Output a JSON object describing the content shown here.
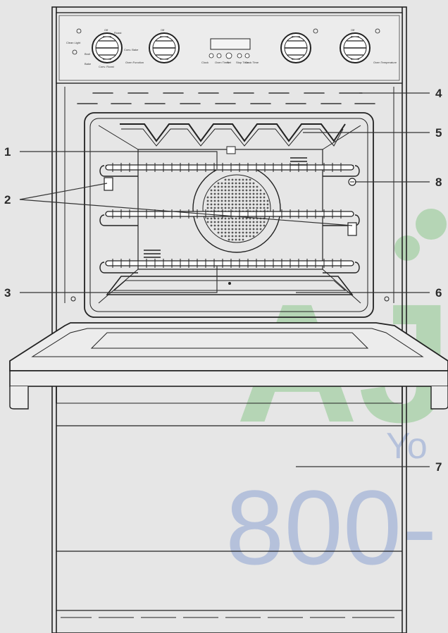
{
  "callouts": [
    {
      "id": "1",
      "side": "left"
    },
    {
      "id": "2",
      "side": "left"
    },
    {
      "id": "3",
      "side": "left"
    },
    {
      "id": "4",
      "side": "right"
    },
    {
      "id": "5",
      "side": "right"
    },
    {
      "id": "6",
      "side": "right"
    },
    {
      "id": "7",
      "side": "right"
    },
    {
      "id": "8",
      "side": "right"
    }
  ],
  "control_panel": {
    "knob_labels_left": [
      "Clean Light",
      "Off",
      "Broil",
      "Bake",
      "Roast",
      "Conv. Bake",
      "Conv. Roast",
      "Off",
      "Oven Function"
    ],
    "knob_labels_right": [
      "Off",
      "Oven Temperature"
    ],
    "timer_button_labels": [
      "Clock",
      "Oven Timer",
      "Set",
      "Stop Time",
      "Cook Time"
    ]
  },
  "watermark": {
    "letters": "AJ",
    "tagline": "Yo",
    "phone": "800-",
    "color": "#5cb85c",
    "phone_color": "#5b7fc7"
  }
}
